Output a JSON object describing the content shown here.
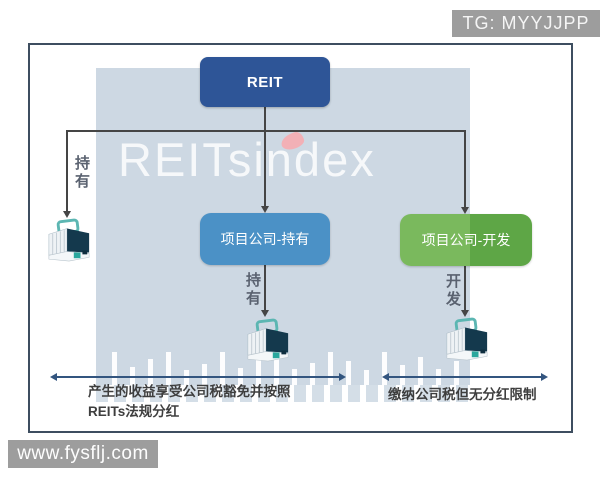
{
  "overlays": {
    "tg_badge": "TG: MYYJJPP",
    "brand_watermark": "REITsindex",
    "site_badge": "www.fysflj.com"
  },
  "diagram": {
    "root": {
      "label": "REIT",
      "color": "#2e5597"
    },
    "children": [
      {
        "label": "项目公司-持有",
        "color": "#4b91c6",
        "edge_label": "持有"
      },
      {
        "label": "项目公司-开发",
        "color": "#63ab4a",
        "edge_label": "开发"
      }
    ],
    "left_branch": {
      "edge_label": "持有",
      "icon": "building-icon"
    },
    "icons": {
      "entity": "building-icon",
      "watermark_heart": "heart-icon"
    },
    "notes": {
      "left": [
        "产生的收益享受公司税豁免并按照",
        "REITs法规分红"
      ],
      "right": "缴纳公司税但无分红限制"
    },
    "panel_color": "#cdd8e3"
  }
}
